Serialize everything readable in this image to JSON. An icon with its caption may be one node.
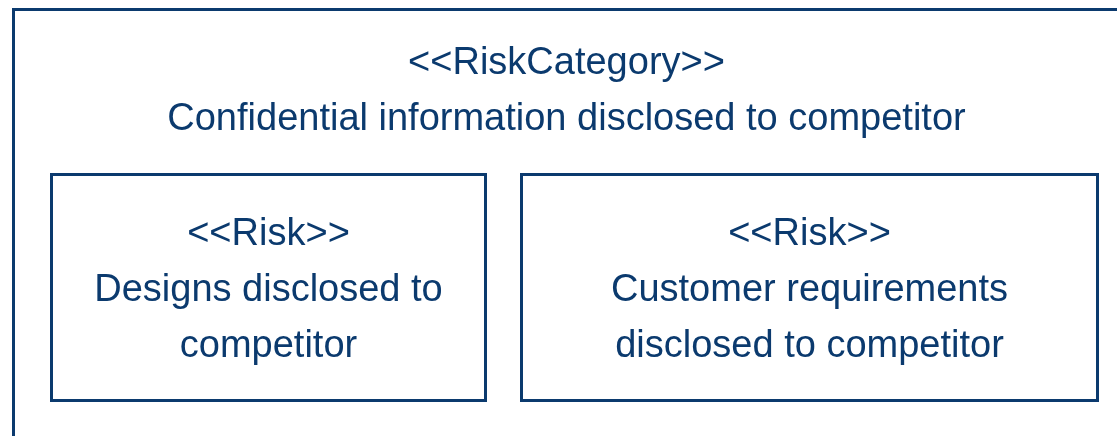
{
  "diagram": {
    "nodes": [
      {
        "text": [
          "<<RiskCategory>>",
          "Confidential information disclosed to competitor"
        ]
      },
      {
        "text": [
          "<<Risk>>",
          "Designs disclosed to competitor"
        ],
        "in": 0
      },
      {
        "text": [
          "<<Risk>>",
          "Customer requirements disclosed to competitor"
        ],
        "in": 0
      }
    ]
  }
}
